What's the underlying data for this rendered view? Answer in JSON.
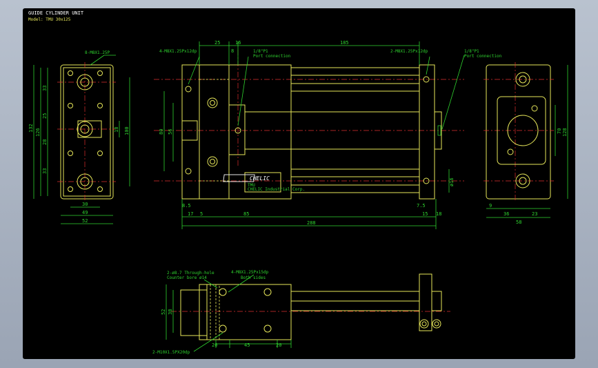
{
  "title_block": {
    "title": "GUIDE CYLINDER UNIT",
    "model": "Model: TMU 30x125"
  },
  "colors": {
    "background": "#000000",
    "outline": "#e8e85a",
    "dimension": "#2fd42f",
    "centerline": "#e03030",
    "frame": "#a7b1c1"
  },
  "annotations": {
    "left_holes": "8-M8X1.25P",
    "front_tap_left": "4-M8X1.25Px12dp",
    "port_left": "1/8\"P1",
    "port_left_sub": "Port connection",
    "front_tap_right": "2-M8X1.25Px12dp",
    "port_right": "1/8\"P1",
    "port_right_sub": "Port connection",
    "bottom_through": "2-ø8.7 Through-hole",
    "bottom_counter": "Counter bore ø14",
    "bottom_tap": "4-M8X1.25Px15dp",
    "bottom_tap_sub": "Both sides",
    "bottom_m10": "2-M10X1.5PX20dp",
    "brand": "CHELIC",
    "brand_sub": "TMU",
    "brand_sub2": "CHELIC Industrial Corp."
  },
  "dimensions": {
    "left_height_total": "132",
    "left_height_inner": "126",
    "left_33_top": "33",
    "left_25": "25",
    "left_28": "28",
    "left_33_bot": "33",
    "left_18": "18",
    "left_100": "100",
    "left_30": "30",
    "left_49": "49",
    "left_52": "52",
    "front_25": "25",
    "front_16": "16",
    "front_8": "8",
    "front_185": "185",
    "front_80": "80",
    "front_56": "56",
    "front_8_5": "8.5",
    "front_17": "17",
    "front_5": "5",
    "front_85": "85",
    "front_288": "288",
    "front_7_5": "7.5",
    "front_15": "15",
    "front_18": "18",
    "front_d16": "ø16",
    "right_9": "9",
    "right_36": "36",
    "right_23": "23",
    "right_58": "58",
    "right_70": "70",
    "right_128": "128",
    "bottom_52": "52",
    "bottom_38": "38",
    "bottom_20a": "20",
    "bottom_45": "45",
    "bottom_20b": "20"
  }
}
